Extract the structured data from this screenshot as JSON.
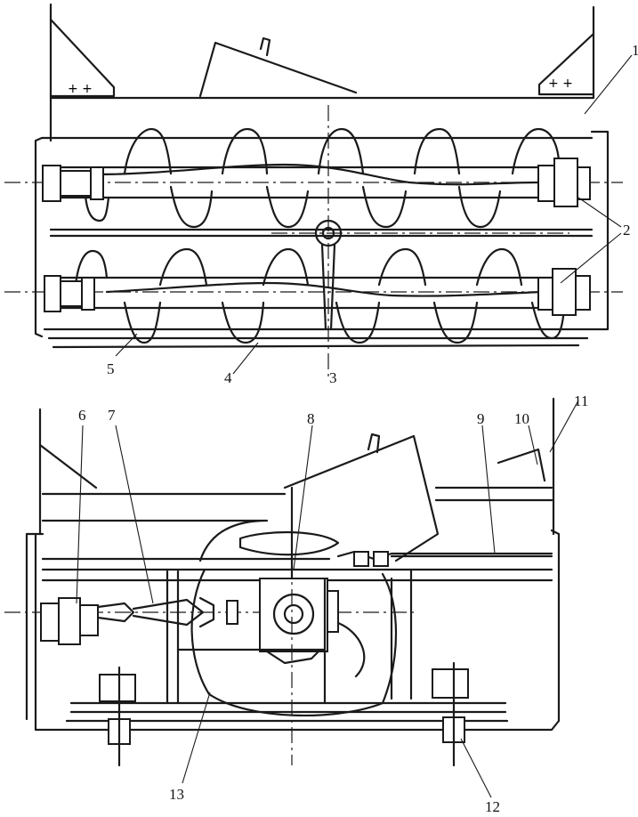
{
  "labels": {
    "l1": "1",
    "l2": "2",
    "l3": "3",
    "l4": "4",
    "l5": "5",
    "l6": "6",
    "l7": "7",
    "l8": "8",
    "l9": "9",
    "l10": "10",
    "l11": "11",
    "l12": "12",
    "l13": "13"
  },
  "colors": {
    "ink": "#1a1a1a",
    "paper": "#ffffff"
  }
}
